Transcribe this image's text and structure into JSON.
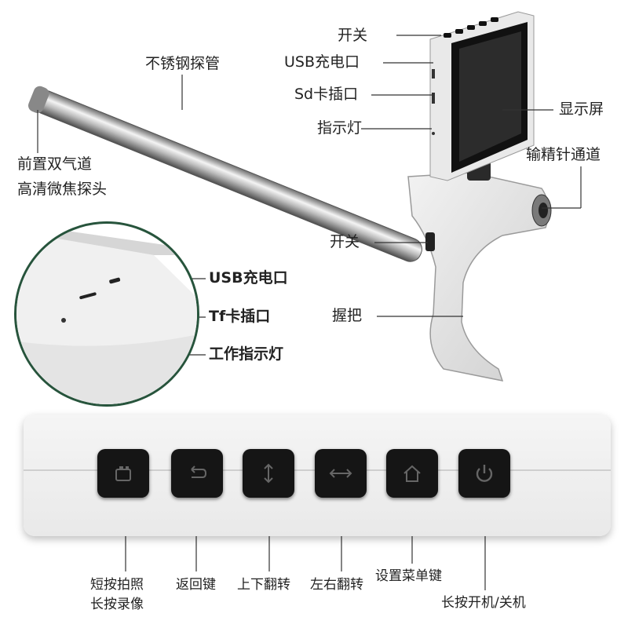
{
  "device_labels": {
    "power_top": "开关",
    "usb_charge": "USB充电口",
    "sd_slot": "Sd卡插口",
    "indicator": "指示灯",
    "display": "显示屏",
    "semen_channel": "输精针通道",
    "probe_tube": "不锈钢探管",
    "probe_head_line1": "前置双气道",
    "probe_head_line2": "高清微焦探头",
    "trigger_switch": "开关",
    "grip": "握把"
  },
  "inset_labels": {
    "usb_charge": "USB充电口",
    "tf_slot": "Tf卡插口",
    "work_indicator": "工作指示灯"
  },
  "buttons": [
    {
      "icon": "camera-icon",
      "caption_line1": "短按拍照",
      "caption_line2": "长按录像"
    },
    {
      "icon": "return-icon",
      "caption_line1": "返回键",
      "caption_line2": ""
    },
    {
      "icon": "vertical-flip-icon",
      "caption_line1": "上下翻转",
      "caption_line2": ""
    },
    {
      "icon": "horizontal-flip-icon",
      "caption_line1": "左右翻转",
      "caption_line2": ""
    },
    {
      "icon": "home-icon",
      "caption_line1": "设置菜单键",
      "caption_line2": ""
    },
    {
      "icon": "power-icon",
      "caption_line1": "长按开机/关机",
      "caption_line2": ""
    }
  ],
  "colors": {
    "inset_border": "#27543c",
    "key": "#151515",
    "device_body": "#e8e8e8"
  }
}
